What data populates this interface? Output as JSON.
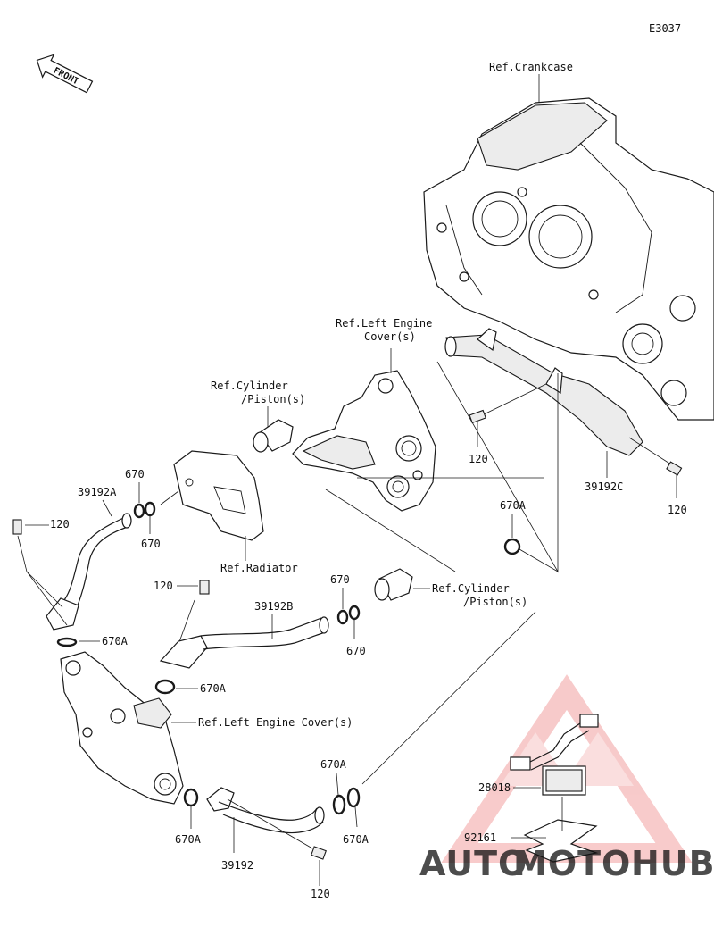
{
  "diagram_code": "E3037",
  "front_label": "FRONT",
  "refs": {
    "crankcase": "Ref.Crankcase",
    "left_engine_cover_top_1": "Ref.Left Engine",
    "left_engine_cover_top_2": "Cover(s)",
    "cylinder_piston_top_1": "Ref.Cylinder",
    "cylinder_piston_top_2": "/Piston(s)",
    "radiator": "Ref.Radiator",
    "cylinder_piston_mid_1": "Ref.Cylinder",
    "cylinder_piston_mid_2": "/Piston(s)",
    "left_engine_cover_bottom": "Ref.Left Engine Cover(s)"
  },
  "parts": {
    "p_39192A": "39192A",
    "p_39192B": "39192B",
    "p_39192C": "39192C",
    "p_39192": "39192",
    "p_28018": "28018",
    "p_92161": "92161",
    "bolt_120_a": "120",
    "bolt_120_b": "120",
    "bolt_120_c": "120",
    "bolt_120_d": "120",
    "bolt_120_e": "120",
    "oring_670_a": "670",
    "oring_670_b": "670",
    "oring_670_c": "670",
    "oring_670_d": "670",
    "oring_670A_a": "670A",
    "oring_670A_b": "670A",
    "oring_670A_c": "670A",
    "oring_670A_d": "670A",
    "oring_670A_e": "670A",
    "oring_670A_f": "670A"
  },
  "watermark": {
    "part1": "AUTO",
    "part2": "MOTO",
    "part3": "HUB",
    "color_auto": "#f5b8a6",
    "color_moto": "#ef8f8f",
    "color_hub": "#9a9a9a",
    "triangle_color": "#f2a0a0"
  }
}
